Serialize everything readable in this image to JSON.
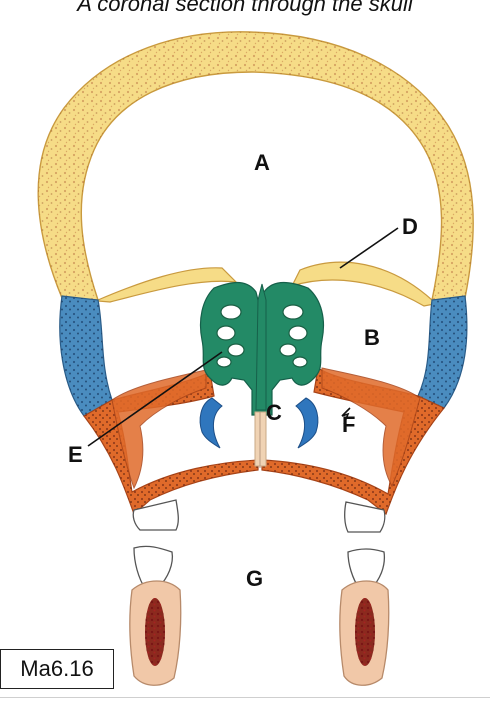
{
  "title": "A coronal section through the skull",
  "figure_ref": "Ma6.16",
  "labels": {
    "a": "A",
    "b": "B",
    "c": "C",
    "d": "D",
    "e": "E",
    "f": "F",
    "g": "G"
  },
  "colors": {
    "cranium": "#f6dc87",
    "cranium_stroke": "#c99a3f",
    "zygomatic": "#4a8cbf",
    "ethmoid": "#238a66",
    "maxilla": "#e06a2a",
    "conchae": "#2f76bd",
    "septum_cartilage": "#f0d3b4",
    "tooth": "#ffffff",
    "root": "#f1c8a8",
    "marrow": "#8b2a1e"
  }
}
